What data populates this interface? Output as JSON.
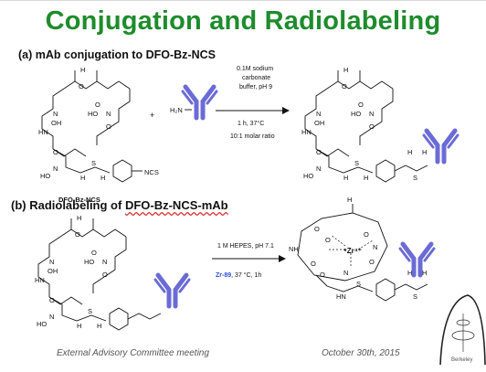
{
  "slide": {
    "title": "Conjugation and Radiolabeling",
    "section_a": {
      "prefix": "(a) mAb conjugation to ",
      "name": "DFO-Bz-NCS"
    },
    "section_b": {
      "prefix": "(b) Radiolabeling of  ",
      "name": "DFO-Bz-NCS-mAb"
    },
    "footer_left": "External Advisory Committee meeting",
    "footer_right": "October 30th, 2015",
    "logo_text": "Berkeley"
  },
  "reaction_a": {
    "reagent_label": "DFO-Bz-NCS",
    "plus": "+",
    "amine": "H₂N",
    "conditions": [
      "0.1M sodium",
      "carbonate",
      "buffer, pH 9",
      "1 h, 37°C",
      "10:1 molar ratio"
    ]
  },
  "reaction_b": {
    "conditions": [
      "1 M HEPES, pH 7.1",
      "Zr-89",
      ", 37 °C, 1h"
    ],
    "metal_label": "⁹Zr⁴⁺"
  },
  "colors": {
    "title": "#1e8c2c",
    "antibody": "#6b6bd6",
    "accent_link": "#2a4fd0"
  }
}
